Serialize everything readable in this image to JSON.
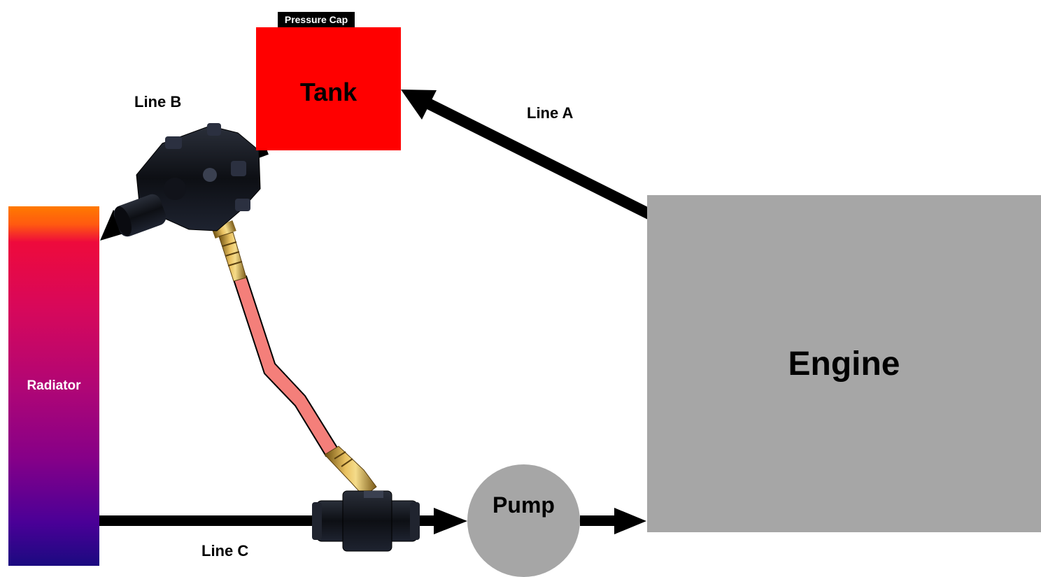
{
  "components": {
    "radiator": "Radiator",
    "tank": "Tank",
    "pressure_cap": "Pressure Cap",
    "engine": "Engine",
    "pump": "Pump"
  },
  "lines": {
    "line_a": "Line A",
    "line_b": "Line B",
    "line_c": "Line C"
  },
  "colors": {
    "tank": "#ff0000",
    "engine": "#a6a6a6",
    "pump": "#a6a6a6",
    "hose": "#f08080",
    "arrow": "#000000",
    "radiator_top": "#ff7a00",
    "radiator_bottom": "#1b0a80"
  },
  "icons": {
    "thermostat_housing": "thermostat-housing-icon",
    "brass_fitting": "brass-fitting-icon",
    "inline_adapter": "inline-hose-adapter-icon"
  }
}
